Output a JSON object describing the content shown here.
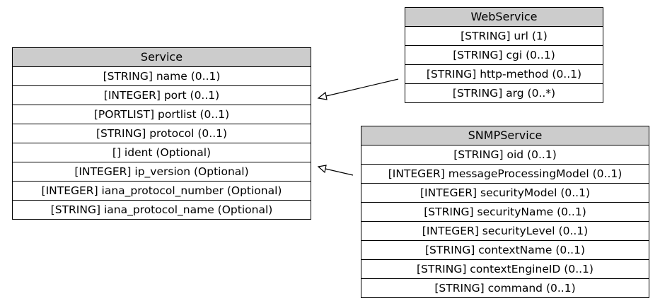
{
  "diagram": {
    "classes": [
      {
        "id": "service",
        "title": "Service",
        "attributes": [
          "[STRING] name (0..1)",
          "[INTEGER] port (0..1)",
          "[PORTLIST] portlist (0..1)",
          "[STRING] protocol (0..1)",
          "[] ident (Optional)",
          "[INTEGER] ip_version (Optional)",
          "[INTEGER] iana_protocol_number (Optional)",
          "[STRING] iana_protocol_name (Optional)"
        ]
      },
      {
        "id": "webservice",
        "title": "WebService",
        "attributes": [
          "[STRING] url (1)",
          "[STRING] cgi (0..1)",
          "[STRING] http-method (0..1)",
          "[STRING] arg (0..*)"
        ]
      },
      {
        "id": "snmpservice",
        "title": "SNMPService",
        "attributes": [
          "[STRING] oid (0..1)",
          "[INTEGER] messageProcessingModel (0..1)",
          "[INTEGER] securityModel (0..1)",
          "[STRING] securityName (0..1)",
          "[INTEGER] securityLevel (0..1)",
          "[STRING] contextName (0..1)",
          "[STRING] contextEngineID (0..1)",
          "[STRING] command (0..1)"
        ]
      }
    ],
    "relations": [
      {
        "from": "webservice",
        "to": "service",
        "type": "generalization",
        "arrowhead": "hollow-triangle"
      },
      {
        "from": "snmpservice",
        "to": "service",
        "type": "generalization",
        "arrowhead": "hollow-triangle"
      }
    ]
  }
}
